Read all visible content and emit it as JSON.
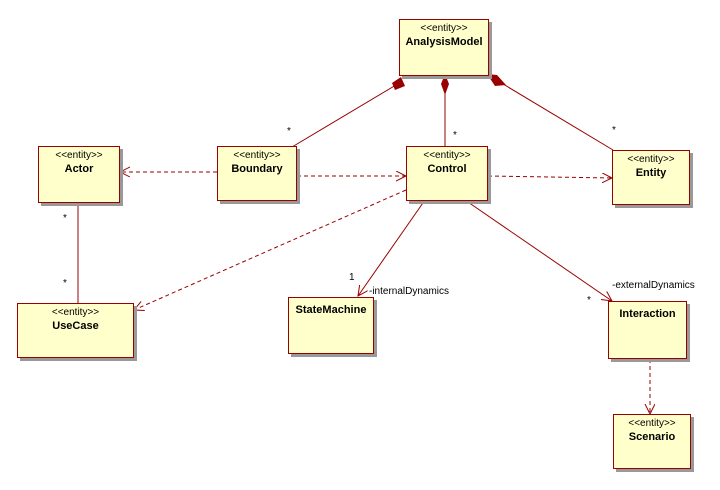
{
  "stereotype": "<<entity>>",
  "classes": {
    "analysis_model": {
      "name": "AnalysisModel",
      "stereotype": "<<entity>>"
    },
    "actor": {
      "name": "Actor",
      "stereotype": "<<entity>>"
    },
    "boundary": {
      "name": "Boundary",
      "stereotype": "<<entity>>"
    },
    "control": {
      "name": "Control",
      "stereotype": "<<entity>>"
    },
    "entity": {
      "name": "Entity",
      "stereotype": "<<entity>>"
    },
    "use_case": {
      "name": "UseCase",
      "stereotype": "<<entity>>"
    },
    "state_machine": {
      "name": "StateMachine"
    },
    "interaction": {
      "name": "Interaction"
    },
    "scenario": {
      "name": "Scenario",
      "stereotype": "<<entity>>"
    }
  },
  "labels": {
    "boundary_mult": "*",
    "control_mult": "*",
    "entity_mult": "*",
    "actor_mult": "*",
    "usecase_mult": "*",
    "statemachine_mult": "1",
    "internal_role": "-internalDynamics",
    "interaction_mult": "*",
    "external_role": "-externalDynamics"
  },
  "colors": {
    "class_fill": "#ffffcc",
    "line": "#990000",
    "shadow": "#999999"
  },
  "relationships": [
    {
      "type": "composition",
      "whole": "AnalysisModel",
      "part": "Boundary"
    },
    {
      "type": "composition",
      "whole": "AnalysisModel",
      "part": "Control"
    },
    {
      "type": "composition",
      "whole": "AnalysisModel",
      "part": "Entity"
    },
    {
      "type": "dependency",
      "from": "Boundary",
      "to": "Actor"
    },
    {
      "type": "dependency",
      "from": "Boundary",
      "to": "Control"
    },
    {
      "type": "dependency",
      "from": "Control",
      "to": "Entity"
    },
    {
      "type": "dependency",
      "from": "Control",
      "to": "UseCase"
    },
    {
      "type": "association",
      "from": "Actor",
      "to": "UseCase"
    },
    {
      "type": "directed-association",
      "from": "Control",
      "to": "StateMachine"
    },
    {
      "type": "directed-association",
      "from": "Control",
      "to": "Interaction"
    },
    {
      "type": "dependency",
      "from": "Interaction",
      "to": "Scenario"
    }
  ]
}
